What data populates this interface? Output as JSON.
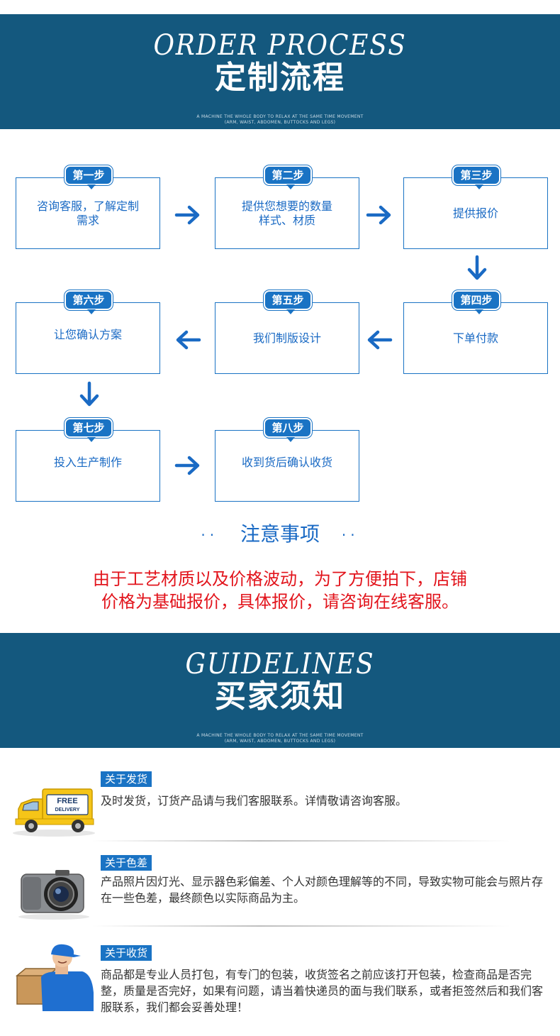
{
  "banner1": {
    "en": "ORDER  PROCESS",
    "cn": "定制流程",
    "tiny1": "A MACHINE THE WHOLE BODY TO RELAX AT THE SAME TIME MOVEMENT",
    "tiny2": "(ARM, WAIST, ABDOMEN, BUTTOCKS AND LEGS)"
  },
  "steps": [
    {
      "badge": "第一步",
      "text": "咨询客服，了解定制\n需求"
    },
    {
      "badge": "第二步",
      "text": "提供您想要的数量\n样式、材质"
    },
    {
      "badge": "第三步",
      "text": "提供报价"
    },
    {
      "badge": "第四步",
      "text": "下单付款"
    },
    {
      "badge": "第五步",
      "text": "我们制版设计"
    },
    {
      "badge": "第六步",
      "text": "让您确认方案"
    },
    {
      "badge": "第七步",
      "text": "投入生产制作"
    },
    {
      "badge": "第八步",
      "text": "收到货后确认收货"
    }
  ],
  "notice": {
    "dots_left": "··",
    "title": "注意事项",
    "dots_right": "··",
    "line1": "由于工艺材质以及价格波动，为了方便拍下，店铺",
    "line2": "价格为基础报价，具体报价，请咨询在线客服。"
  },
  "banner2": {
    "en": "GUIDELINES",
    "cn": "买家须知",
    "tiny1": "A MACHINE THE WHOLE BODY TO RELAX AT THE SAME TIME MOVEMENT",
    "tiny2": "(ARM, WAIST, ABDOMEN, BUTTOCKS AND LEGS)"
  },
  "guides": [
    {
      "tag": "关于发货",
      "text": "及时发货，订货产品请与我们客服联系。详情敬请咨询客服。",
      "icon": "free-delivery-truck-icon",
      "truck_text1": "FREE",
      "truck_text2": "DELIVERY"
    },
    {
      "tag": "关于色差",
      "text": "产品照片因灯光、显示器色彩偏差、个人对颜色理解等的不同，导致实物可能会与照片存在一些色差，最终颜色以实际商品为主。",
      "icon": "camera-icon"
    },
    {
      "tag": "关于收货",
      "text": "商品都是专业人员打包，有专门的包装，收货签名之前应该打开包装，检查商品是否完整，质量是否完好，如果有问题，请当着快递员的面与我们联系，或者拒签然后和我们客服联系，我们都会妥善处理！",
      "icon": "delivery-man-icon"
    }
  ],
  "colors": {
    "banner": "#14587e",
    "accent": "#1a73c4",
    "notice_red": "#e2141c"
  }
}
